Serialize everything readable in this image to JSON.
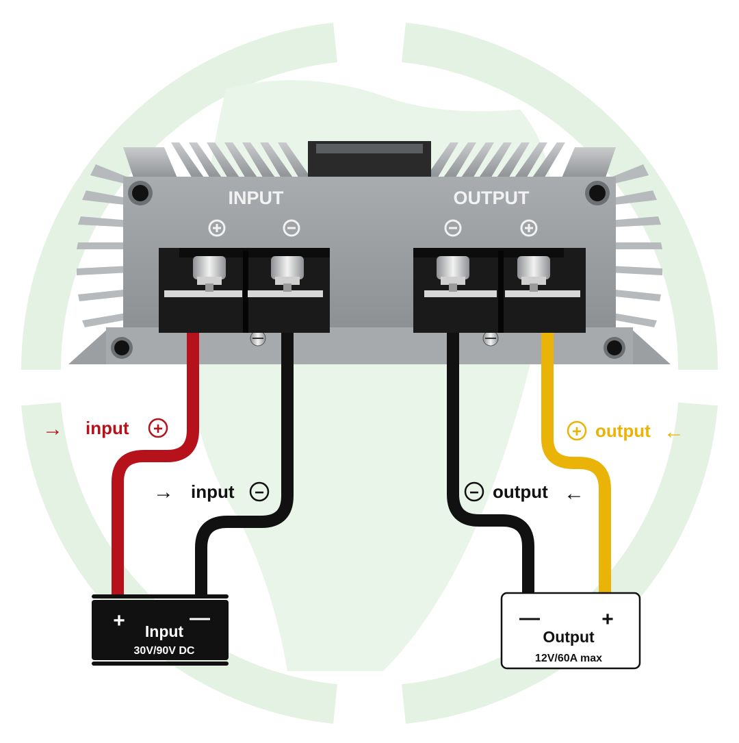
{
  "panel": {
    "input_title": "INPUT",
    "output_title": "OUTPUT",
    "terminal_symbols": {
      "positive": "+",
      "negative": "−"
    }
  },
  "labels": {
    "input_pos": {
      "arrow": "→",
      "text": "input",
      "symbol": "+",
      "color": "#b5121b"
    },
    "input_neg": {
      "arrow": "→",
      "text": "input",
      "symbol": "−",
      "color": "#111111"
    },
    "output_pos": {
      "arrow": "←",
      "text": "output",
      "symbol": "+",
      "color": "#eab308"
    },
    "output_neg": {
      "arrow": "←",
      "text": "output",
      "symbol": "−",
      "color": "#111111"
    }
  },
  "input_source": {
    "title": "Input",
    "spec": "30V/90V DC",
    "plus": "+",
    "minus": "—"
  },
  "output_load": {
    "title": "Output",
    "spec": "12V/60A max",
    "plus": "+",
    "minus": "—"
  },
  "colors": {
    "wire_positive_in": "#b5121b",
    "wire_negative": "#111111",
    "wire_positive_out": "#eab308",
    "housing": "#9ea1a4",
    "watermark": "#e3f2e3"
  }
}
